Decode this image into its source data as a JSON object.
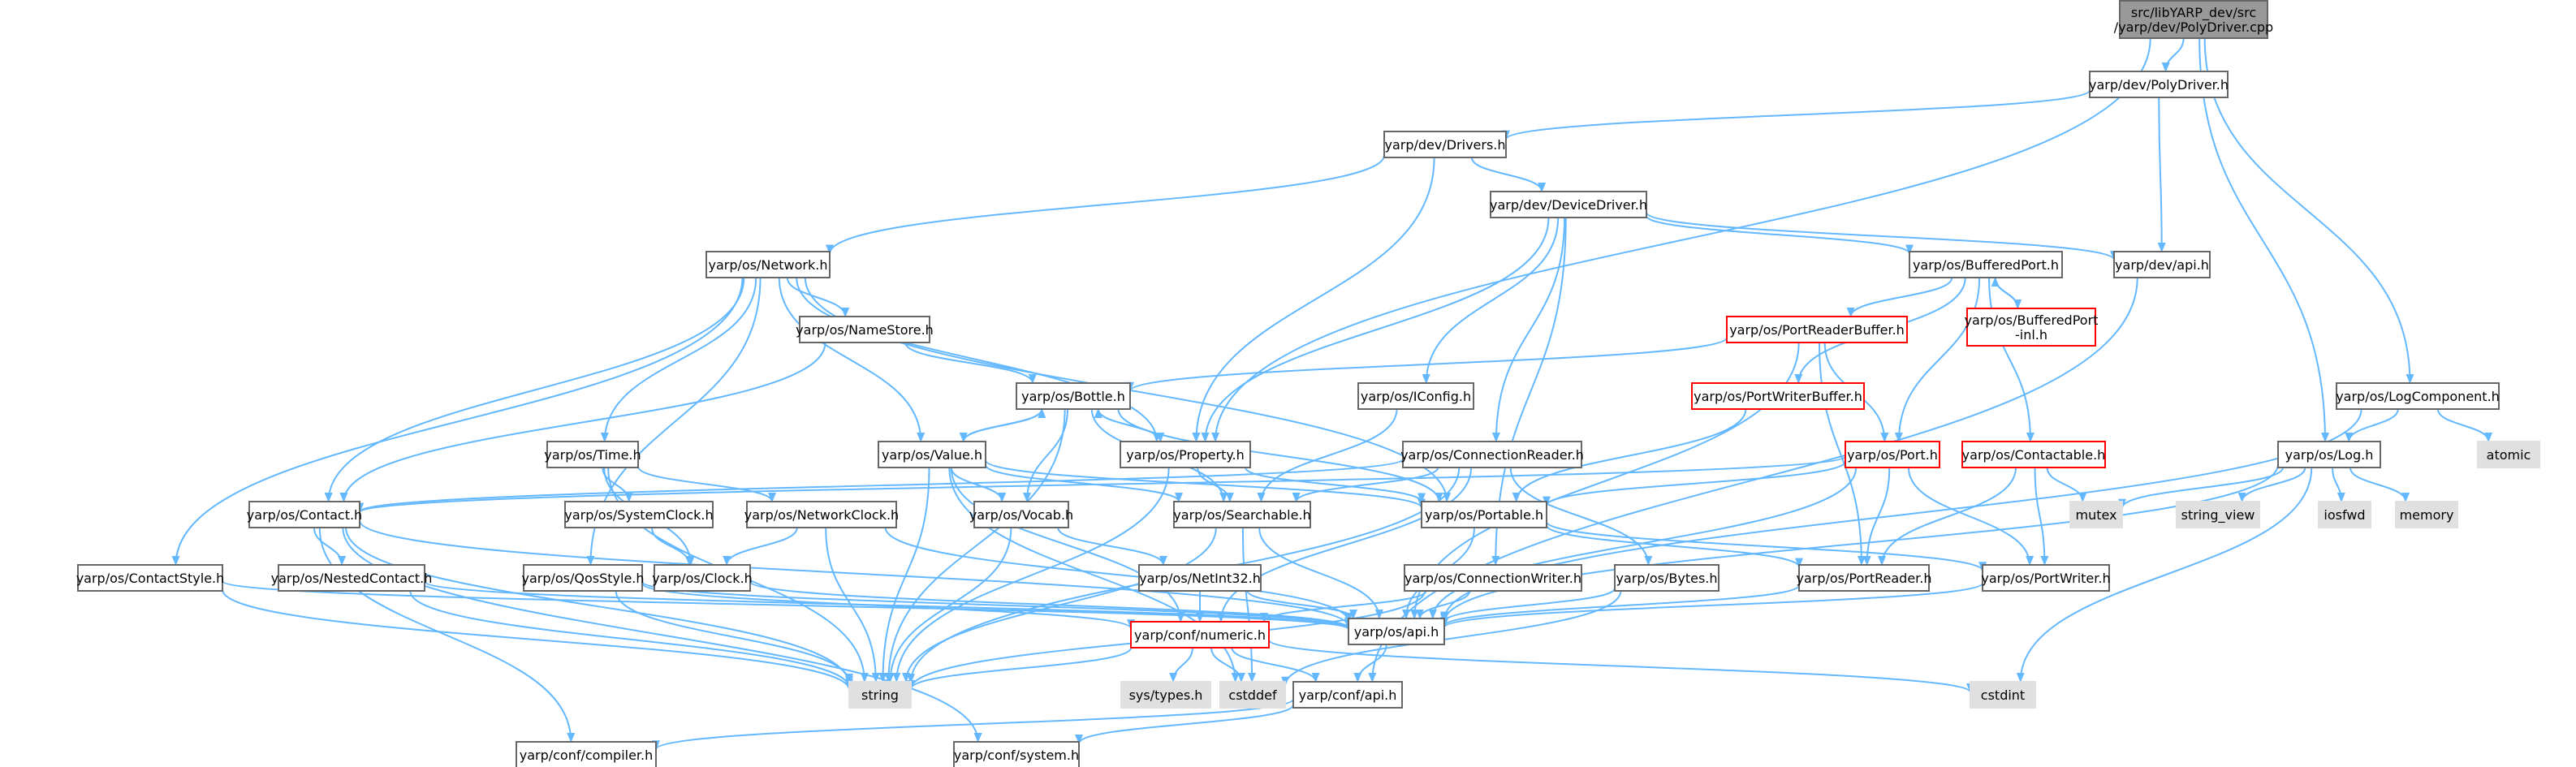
{
  "diagram": {
    "colors": {
      "edge": "#63b8ff",
      "node_border": "#666666",
      "node_fill": "#ffffff",
      "root_fill": "#999999",
      "incomplete_border": "#ff0000",
      "external_fill": "#e0e0e0",
      "external_border": "#e0e0e0"
    },
    "nodes": [
      {
        "id": "root",
        "lines": [
          "src/libYARP_dev/src",
          "/yarp/dev/PolyDriver.cpp"
        ],
        "style": "root"
      },
      {
        "id": "polydriver_h",
        "lines": [
          "yarp/dev/PolyDriver.h"
        ],
        "style": "normal"
      },
      {
        "id": "drivers_h",
        "lines": [
          "yarp/dev/Drivers.h"
        ],
        "style": "normal"
      },
      {
        "id": "devicedriver_h",
        "lines": [
          "yarp/dev/DeviceDriver.h"
        ],
        "style": "normal"
      },
      {
        "id": "dev_api_h",
        "lines": [
          "yarp/dev/api.h"
        ],
        "style": "normal"
      },
      {
        "id": "network_h",
        "lines": [
          "yarp/os/Network.h"
        ],
        "style": "normal"
      },
      {
        "id": "bufferedport_h",
        "lines": [
          "yarp/os/BufferedPort.h"
        ],
        "style": "normal"
      },
      {
        "id": "bufferedport_inl_h",
        "lines": [
          "yarp/os/BufferedPort",
          "-inl.h"
        ],
        "style": "incomplete"
      },
      {
        "id": "portreaderbuffer_h",
        "lines": [
          "yarp/os/PortReaderBuffer.h"
        ],
        "style": "incomplete"
      },
      {
        "id": "portwriterbuffer_h",
        "lines": [
          "yarp/os/PortWriterBuffer.h"
        ],
        "style": "incomplete"
      },
      {
        "id": "namestore_h",
        "lines": [
          "yarp/os/NameStore.h"
        ],
        "style": "normal"
      },
      {
        "id": "bottle_h",
        "lines": [
          "yarp/os/Bottle.h"
        ],
        "style": "normal"
      },
      {
        "id": "iconfig_h",
        "lines": [
          "yarp/os/IConfig.h"
        ],
        "style": "normal"
      },
      {
        "id": "port_h",
        "lines": [
          "yarp/os/Port.h"
        ],
        "style": "incomplete"
      },
      {
        "id": "contactable_h",
        "lines": [
          "yarp/os/Contactable.h"
        ],
        "style": "incomplete"
      },
      {
        "id": "logcomponent_h",
        "lines": [
          "yarp/os/LogComponent.h"
        ],
        "style": "normal"
      },
      {
        "id": "log_h",
        "lines": [
          "yarp/os/Log.h"
        ],
        "style": "normal"
      },
      {
        "id": "time_h",
        "lines": [
          "yarp/os/Time.h"
        ],
        "style": "normal"
      },
      {
        "id": "value_h",
        "lines": [
          "yarp/os/Value.h"
        ],
        "style": "normal"
      },
      {
        "id": "property_h",
        "lines": [
          "yarp/os/Property.h"
        ],
        "style": "normal"
      },
      {
        "id": "connectionreader_h",
        "lines": [
          "yarp/os/ConnectionReader.h"
        ],
        "style": "normal"
      },
      {
        "id": "atomic",
        "lines": [
          "atomic"
        ],
        "style": "external"
      },
      {
        "id": "contact_h",
        "lines": [
          "yarp/os/Contact.h"
        ],
        "style": "normal"
      },
      {
        "id": "vocab_h",
        "lines": [
          "yarp/os/Vocab.h"
        ],
        "style": "normal"
      },
      {
        "id": "searchable_h",
        "lines": [
          "yarp/os/Searchable.h"
        ],
        "style": "normal"
      },
      {
        "id": "portable_h",
        "lines": [
          "yarp/os/Portable.h"
        ],
        "style": "normal"
      },
      {
        "id": "mutex",
        "lines": [
          "mutex"
        ],
        "style": "external"
      },
      {
        "id": "string_view",
        "lines": [
          "string_view"
        ],
        "style": "external"
      },
      {
        "id": "iosfwd",
        "lines": [
          "iosfwd"
        ],
        "style": "external"
      },
      {
        "id": "memory",
        "lines": [
          "memory"
        ],
        "style": "external"
      },
      {
        "id": "systemclock_h",
        "lines": [
          "yarp/os/SystemClock.h"
        ],
        "style": "normal"
      },
      {
        "id": "networkclock_h",
        "lines": [
          "yarp/os/NetworkClock.h"
        ],
        "style": "normal"
      },
      {
        "id": "contactstyle_h",
        "lines": [
          "yarp/os/ContactStyle.h"
        ],
        "style": "normal"
      },
      {
        "id": "nestedcontact_h",
        "lines": [
          "yarp/os/NestedContact.h"
        ],
        "style": "normal"
      },
      {
        "id": "qosstyle_h",
        "lines": [
          "yarp/os/QosStyle.h"
        ],
        "style": "normal"
      },
      {
        "id": "clock_h",
        "lines": [
          "yarp/os/Clock.h"
        ],
        "style": "normal"
      },
      {
        "id": "netint32_h",
        "lines": [
          "yarp/os/NetInt32.h"
        ],
        "style": "normal"
      },
      {
        "id": "connectionwriter_h",
        "lines": [
          "yarp/os/ConnectionWriter.h"
        ],
        "style": "normal"
      },
      {
        "id": "bytes_h",
        "lines": [
          "yarp/os/Bytes.h"
        ],
        "style": "normal"
      },
      {
        "id": "portreader_h",
        "lines": [
          "yarp/os/PortReader.h"
        ],
        "style": "normal"
      },
      {
        "id": "portwriter_h",
        "lines": [
          "yarp/os/PortWriter.h"
        ],
        "style": "normal"
      },
      {
        "id": "os_api_h",
        "lines": [
          "yarp/os/api.h"
        ],
        "style": "normal"
      },
      {
        "id": "numeric_h",
        "lines": [
          "yarp/conf/numeric.h"
        ],
        "style": "incomplete"
      },
      {
        "id": "string",
        "lines": [
          "string"
        ],
        "style": "external"
      },
      {
        "id": "systypes_h",
        "lines": [
          "sys/types.h"
        ],
        "style": "external"
      },
      {
        "id": "cstddef",
        "lines": [
          "cstddef"
        ],
        "style": "external"
      },
      {
        "id": "conf_api_h",
        "lines": [
          "yarp/conf/api.h"
        ],
        "style": "normal"
      },
      {
        "id": "cstdint",
        "lines": [
          "cstdint"
        ],
        "style": "external"
      },
      {
        "id": "compiler_h",
        "lines": [
          "yarp/conf/compiler.h"
        ],
        "style": "normal"
      },
      {
        "id": "system_h",
        "lines": [
          "yarp/conf/system.h"
        ],
        "style": "normal"
      }
    ],
    "edges": [
      [
        "root",
        "polydriver_h"
      ],
      [
        "root",
        "property_h"
      ],
      [
        "root",
        "log_h"
      ],
      [
        "root",
        "logcomponent_h"
      ],
      [
        "polydriver_h",
        "drivers_h"
      ],
      [
        "polydriver_h",
        "dev_api_h"
      ],
      [
        "drivers_h",
        "devicedriver_h"
      ],
      [
        "drivers_h",
        "network_h"
      ],
      [
        "drivers_h",
        "property_h"
      ],
      [
        "devicedriver_h",
        "dev_api_h"
      ],
      [
        "devicedriver_h",
        "bufferedport_h"
      ],
      [
        "devicedriver_h",
        "property_h"
      ],
      [
        "devicedriver_h",
        "iconfig_h"
      ],
      [
        "devicedriver_h",
        "connectionreader_h"
      ],
      [
        "devicedriver_h",
        "connectionwriter_h"
      ],
      [
        "dev_api_h",
        "conf_api_h"
      ],
      [
        "bufferedport_h",
        "bufferedport_inl_h"
      ],
      [
        "bufferedport_h",
        "portreaderbuffer_h"
      ],
      [
        "bufferedport_h",
        "portwriterbuffer_h"
      ],
      [
        "bufferedport_h",
        "port_h"
      ],
      [
        "bufferedport_h",
        "contactable_h"
      ],
      [
        "bufferedport_inl_h",
        "bufferedport_h"
      ],
      [
        "portreaderbuffer_h",
        "bottle_h"
      ],
      [
        "portreaderbuffer_h",
        "port_h"
      ],
      [
        "portreaderbuffer_h",
        "portreader_h"
      ],
      [
        "portreaderbuffer_h",
        "os_api_h"
      ],
      [
        "portwriterbuffer_h",
        "portable_h"
      ],
      [
        "port_h",
        "portable_h"
      ],
      [
        "port_h",
        "portreader_h"
      ],
      [
        "port_h",
        "portwriter_h"
      ],
      [
        "port_h",
        "os_api_h"
      ],
      [
        "port_h",
        "contact_h"
      ],
      [
        "contactable_h",
        "mutex"
      ],
      [
        "contactable_h",
        "portreader_h"
      ],
      [
        "contactable_h",
        "portwriter_h"
      ],
      [
        "network_h",
        "namestore_h"
      ],
      [
        "network_h",
        "value_h"
      ],
      [
        "network_h",
        "time_h"
      ],
      [
        "network_h",
        "property_h"
      ],
      [
        "network_h",
        "portable_h"
      ],
      [
        "network_h",
        "contact_h"
      ],
      [
        "network_h",
        "contactstyle_h"
      ],
      [
        "network_h",
        "qosstyle_h"
      ],
      [
        "namestore_h",
        "bottle_h"
      ],
      [
        "namestore_h",
        "contact_h"
      ],
      [
        "bottle_h",
        "value_h"
      ],
      [
        "bottle_h",
        "property_h"
      ],
      [
        "bottle_h",
        "searchable_h"
      ],
      [
        "bottle_h",
        "vocab_h"
      ],
      [
        "bottle_h",
        "portable_h"
      ],
      [
        "bottle_h",
        "string"
      ],
      [
        "value_h",
        "bottle_h"
      ],
      [
        "value_h",
        "searchable_h"
      ],
      [
        "value_h",
        "portable_h"
      ],
      [
        "value_h",
        "vocab_h"
      ],
      [
        "value_h",
        "numeric_h"
      ],
      [
        "value_h",
        "cstddef"
      ],
      [
        "value_h",
        "string"
      ],
      [
        "property_h",
        "bottle_h"
      ],
      [
        "property_h",
        "searchable_h"
      ],
      [
        "property_h",
        "portable_h"
      ],
      [
        "property_h",
        "string"
      ],
      [
        "iconfig_h",
        "searchable_h"
      ],
      [
        "connectionreader_h",
        "searchable_h"
      ],
      [
        "connectionreader_h",
        "contact_h"
      ],
      [
        "connectionreader_h",
        "numeric_h"
      ],
      [
        "connectionreader_h",
        "bytes_h"
      ],
      [
        "connectionreader_h",
        "string"
      ],
      [
        "connectionwriter_h",
        "os_api_h"
      ],
      [
        "connectionwriter_h",
        "numeric_h"
      ],
      [
        "connectionwriter_h",
        "string"
      ],
      [
        "searchable_h",
        "os_api_h"
      ],
      [
        "searchable_h",
        "string"
      ],
      [
        "searchable_h",
        "cstddef"
      ],
      [
        "portable_h",
        "portreader_h"
      ],
      [
        "portable_h",
        "portwriter_h"
      ],
      [
        "portable_h",
        "os_api_h"
      ],
      [
        "portreader_h",
        "os_api_h"
      ],
      [
        "portwriter_h",
        "os_api_h"
      ],
      [
        "bytes_h",
        "os_api_h"
      ],
      [
        "bytes_h",
        "cstddef"
      ],
      [
        "vocab_h",
        "netint32_h"
      ],
      [
        "vocab_h",
        "string"
      ],
      [
        "netint32_h",
        "os_api_h"
      ],
      [
        "netint32_h",
        "numeric_h"
      ],
      [
        "time_h",
        "systemclock_h"
      ],
      [
        "time_h",
        "networkclock_h"
      ],
      [
        "time_h",
        "clock_h"
      ],
      [
        "time_h",
        "string"
      ],
      [
        "systemclock_h",
        "clock_h"
      ],
      [
        "networkclock_h",
        "clock_h"
      ],
      [
        "networkclock_h",
        "os_api_h"
      ],
      [
        "networkclock_h",
        "string"
      ],
      [
        "clock_h",
        "os_api_h"
      ],
      [
        "contact_h",
        "nestedcontact_h"
      ],
      [
        "contact_h",
        "os_api_h"
      ],
      [
        "contact_h",
        "string"
      ],
      [
        "contact_h",
        "compiler_h"
      ],
      [
        "contact_h",
        "system_h"
      ],
      [
        "contactstyle_h",
        "os_api_h"
      ],
      [
        "contactstyle_h",
        "string"
      ],
      [
        "nestedcontact_h",
        "os_api_h"
      ],
      [
        "nestedcontact_h",
        "string"
      ],
      [
        "qosstyle_h",
        "os_api_h"
      ],
      [
        "qosstyle_h",
        "string"
      ],
      [
        "qosstyle_h",
        "numeric_h"
      ],
      [
        "logcomponent_h",
        "log_h"
      ],
      [
        "logcomponent_h",
        "atomic"
      ],
      [
        "logcomponent_h",
        "os_api_h"
      ],
      [
        "log_h",
        "mutex"
      ],
      [
        "log_h",
        "string_view"
      ],
      [
        "log_h",
        "iosfwd"
      ],
      [
        "log_h",
        "memory"
      ],
      [
        "log_h",
        "cstdint"
      ],
      [
        "log_h",
        "os_api_h"
      ],
      [
        "os_api_h",
        "conf_api_h"
      ],
      [
        "numeric_h",
        "conf_api_h"
      ],
      [
        "numeric_h",
        "string"
      ],
      [
        "numeric_h",
        "systypes_h"
      ],
      [
        "numeric_h",
        "cstddef"
      ],
      [
        "numeric_h",
        "cstdint"
      ],
      [
        "conf_api_h",
        "compiler_h"
      ],
      [
        "conf_api_h",
        "system_h"
      ]
    ]
  }
}
